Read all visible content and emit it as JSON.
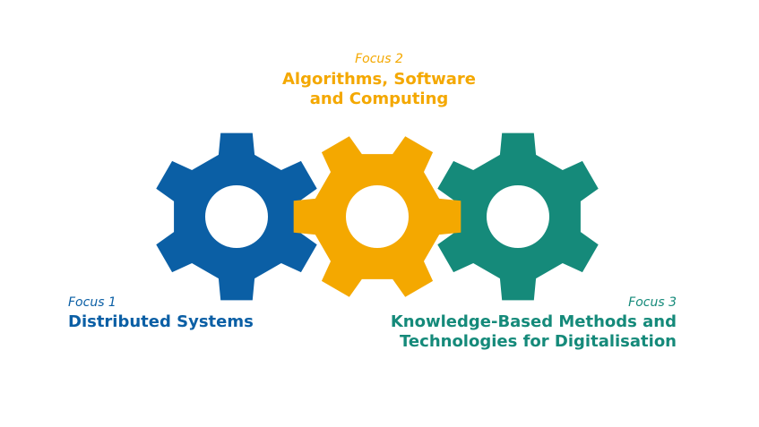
{
  "focus1": {
    "subtitle": "Focus 1",
    "title_lines": [
      "Distributed Systems"
    ],
    "color": "#0b5fa5"
  },
  "focus2": {
    "subtitle": "Focus 2",
    "title_lines": [
      "Algorithms, Software",
      "and Computing"
    ],
    "color": "#f4a800"
  },
  "focus3": {
    "subtitle": "Focus 3",
    "title_lines": [
      "Knowledge-Based Methods and",
      "Technologies for Digitalisation"
    ],
    "color": "#158a7a"
  },
  "gears": [
    {
      "icon": "gear-icon",
      "color": "#0b5fa5"
    },
    {
      "icon": "gear-icon",
      "color": "#158a7a"
    },
    {
      "icon": "gear-icon",
      "color": "#f4a800"
    }
  ]
}
